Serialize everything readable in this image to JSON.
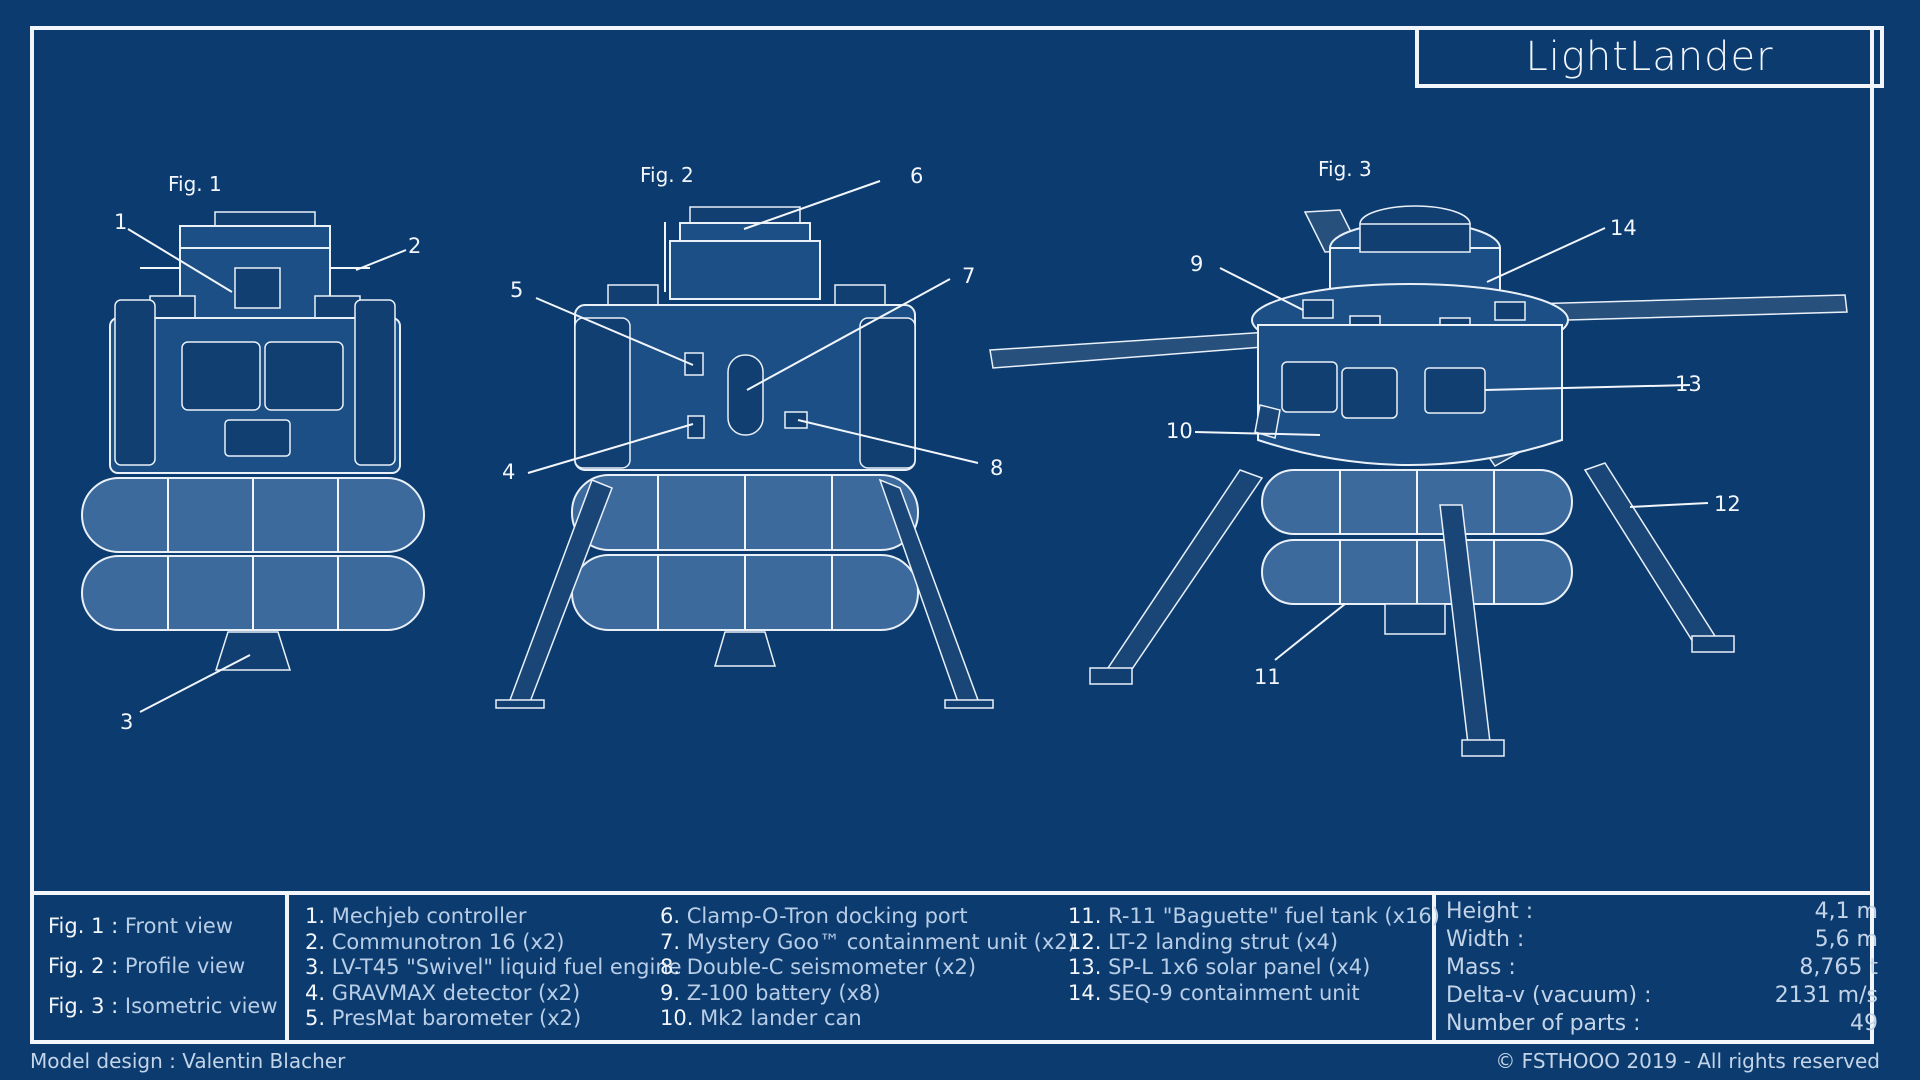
{
  "title": "LightLander",
  "figures": {
    "fig1": "Fig. 1",
    "fig2": "Fig. 2",
    "fig3": "Fig. 3"
  },
  "callouts": [
    "1",
    "2",
    "3",
    "4",
    "5",
    "6",
    "7",
    "8",
    "9",
    "10",
    "11",
    "12",
    "13",
    "14"
  ],
  "views": [
    {
      "key": "Fig. 1 :",
      "value": "Front view"
    },
    {
      "key": "Fig. 2 :",
      "value": "Profile view"
    },
    {
      "key": "Fig. 3 :",
      "value": "Isometric view"
    }
  ],
  "parts_col1": [
    {
      "num": "1.",
      "name": "Mechjeb controller"
    },
    {
      "num": "2.",
      "name": "Communotron 16 (x2)"
    },
    {
      "num": "3.",
      "name": "LV-T45 \"Swivel\" liquid fuel engine"
    },
    {
      "num": "4.",
      "name": "GRAVMAX detector (x2)"
    },
    {
      "num": "5.",
      "name": "PresMat barometer (x2)"
    }
  ],
  "parts_col2": [
    {
      "num": "6.",
      "name": "Clamp-O-Tron docking port"
    },
    {
      "num": "7.",
      "name": "Mystery Goo™ containment unit (x2)"
    },
    {
      "num": "8.",
      "name": "Double-C seismometer (x2)"
    },
    {
      "num": "9.",
      "name": "Z-100 battery (x8)"
    },
    {
      "num": "10.",
      "name": "Mk2 lander can"
    }
  ],
  "parts_col3": [
    {
      "num": "11.",
      "name": "R-11 \"Baguette\" fuel tank (x16)"
    },
    {
      "num": "12.",
      "name": "LT-2 landing strut (x4)"
    },
    {
      "num": "13.",
      "name": "SP-L 1x6 solar panel (x4)"
    },
    {
      "num": "14.",
      "name": "SEQ-9 containment unit"
    }
  ],
  "stats": [
    {
      "label": "Height :",
      "value": "4,1 m"
    },
    {
      "label": "Width :",
      "value": "5,6 m"
    },
    {
      "label": "Mass :",
      "value": "8,765 t"
    },
    {
      "label": "Delta-v (vacuum) :",
      "value": "2131 m/s"
    },
    {
      "label": "Number of parts :",
      "value": "49"
    }
  ],
  "footer": {
    "left": "Model design : Valentin Blacher",
    "right": "© FSTHOOO 2019 - All rights reserved"
  },
  "colors": {
    "background": "#0c3b6f",
    "lines": "#f2f6fb"
  }
}
